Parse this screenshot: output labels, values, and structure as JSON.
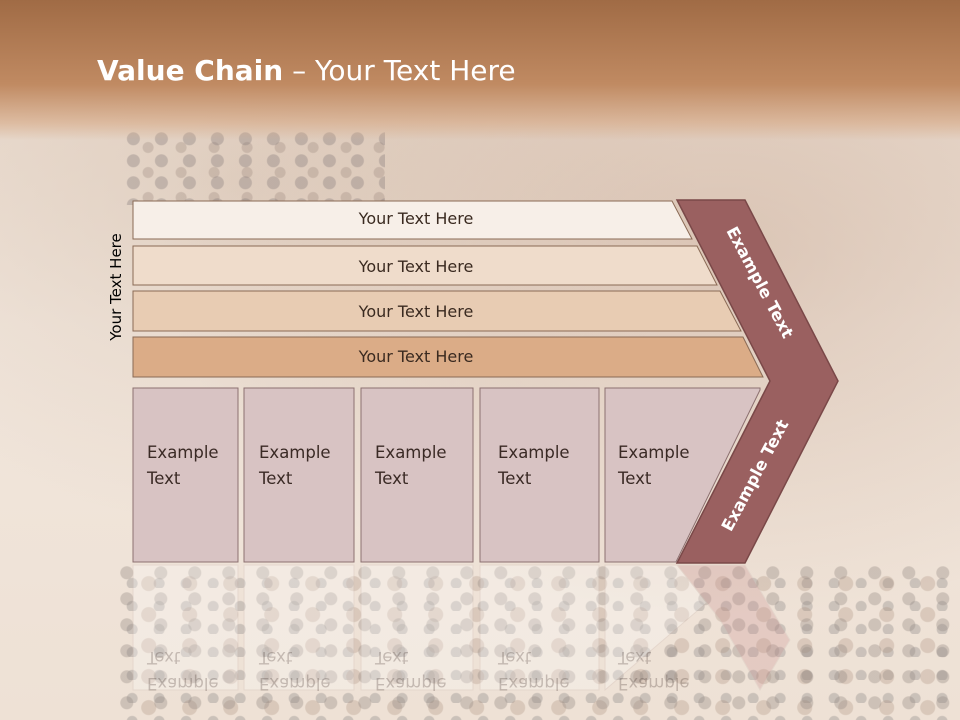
{
  "slide": {
    "title_bold": "Value Chain",
    "title_rest": " – Your Text Here",
    "side_label": "Your Text Here"
  },
  "rows": [
    {
      "label": "Your Text Here",
      "fill": "#f7efe8"
    },
    {
      "label": "Your Text Here",
      "fill": "#efdccb"
    },
    {
      "label": "Your Text Here",
      "fill": "#e8ccb3"
    },
    {
      "label": "Your Text Here",
      "fill": "#dbac87"
    }
  ],
  "boxes": [
    {
      "line1": "Example",
      "line2": "Text"
    },
    {
      "line1": "Example",
      "line2": "Text"
    },
    {
      "line1": "Example",
      "line2": "Text"
    },
    {
      "line1": "Example",
      "line2": "Text"
    },
    {
      "line1": "Example",
      "line2": "Text"
    }
  ],
  "arrow": {
    "upper_label": "Example Text",
    "lower_label": "Example Text",
    "fill": "#9a6060",
    "box_fill": "#d8c3c3"
  }
}
